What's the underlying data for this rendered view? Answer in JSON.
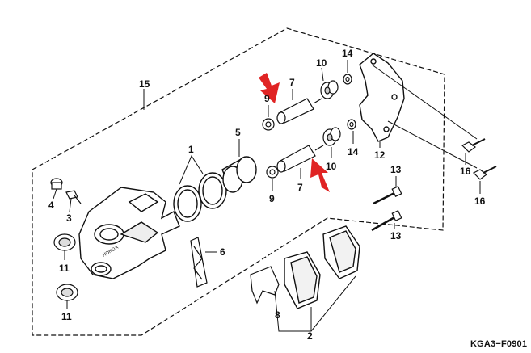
{
  "diagram": {
    "labels": {
      "p15": "15",
      "p1": "1",
      "p5": "5",
      "p4": "4",
      "p3": "3",
      "p11a": "11",
      "p11b": "11",
      "p6": "6",
      "p8": "8",
      "p2": "2",
      "p7a": "7",
      "p7b": "7",
      "p9a": "9",
      "p9b": "9",
      "p10a": "10",
      "p10b": "10",
      "p14a": "14",
      "p14b": "14",
      "p12": "12",
      "p13a": "13",
      "p13b": "13",
      "p16a": "16",
      "p16b": "16"
    },
    "caption_code": "KGA3−F0901",
    "colors": {
      "line": "#111111",
      "arrow": "#e02424",
      "background": "#ffffff"
    }
  }
}
